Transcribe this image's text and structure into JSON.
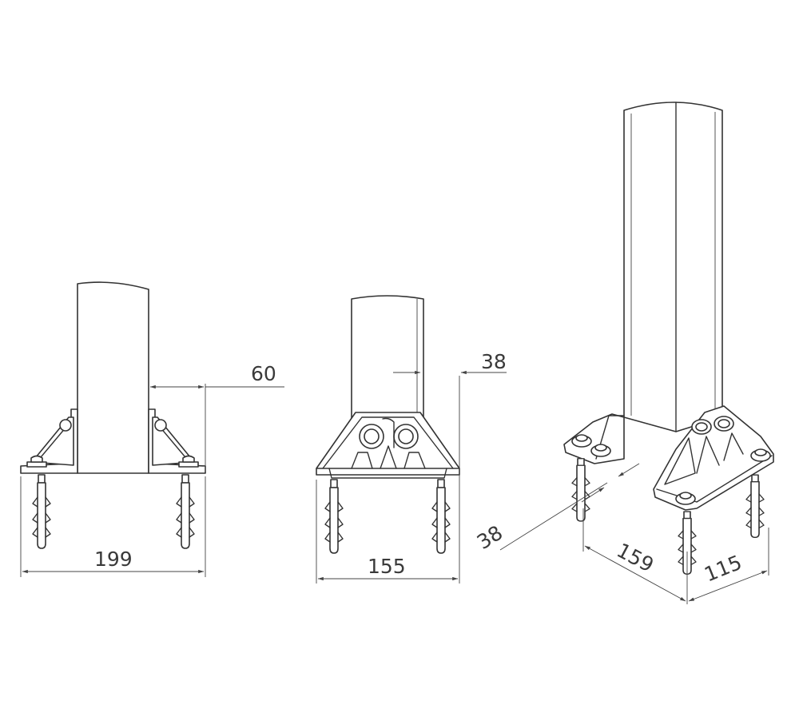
{
  "views": {
    "front": {
      "width_label": "199",
      "tube_label": "60"
    },
    "side": {
      "width_label": "155",
      "tube_label": "38"
    },
    "iso": {
      "tube_label": "38",
      "length_label": "159",
      "depth_label": "115"
    }
  }
}
